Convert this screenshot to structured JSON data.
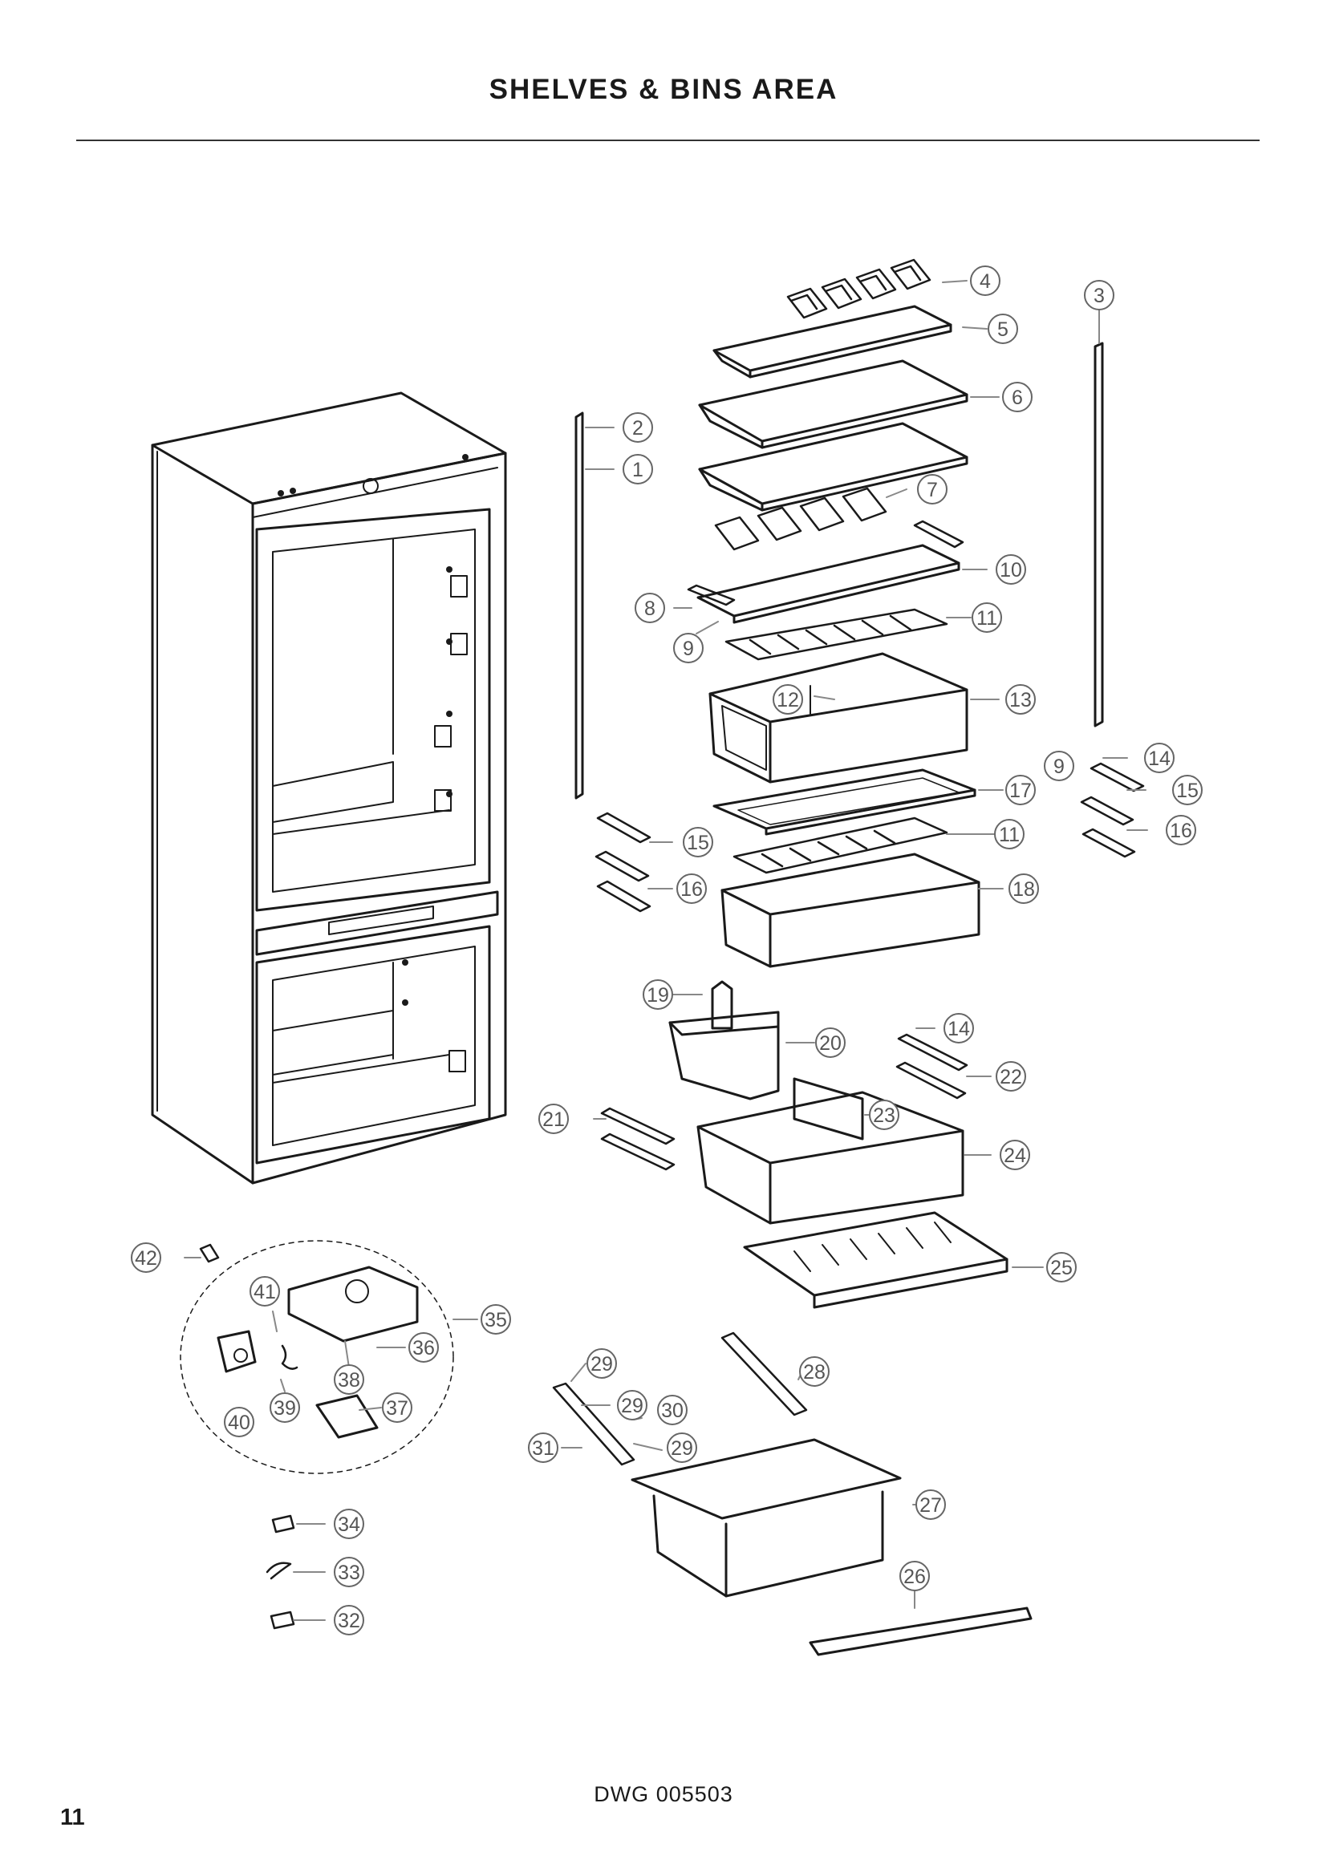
{
  "header": {
    "title": "SHELVES & BINS AREA"
  },
  "footer": {
    "drawing_number": "DWG 005503",
    "page_number": "11"
  },
  "callouts": [
    "1",
    "2",
    "3",
    "4",
    "5",
    "6",
    "7",
    "8",
    "9",
    "10",
    "11",
    "12",
    "13",
    "14",
    "15",
    "16",
    "17",
    "18",
    "19",
    "20",
    "21",
    "22",
    "23",
    "24",
    "25",
    "26",
    "27",
    "28",
    "29",
    "30",
    "31",
    "32",
    "33",
    "34",
    "35",
    "36",
    "37",
    "38",
    "39",
    "40",
    "41",
    "42"
  ],
  "colors": {
    "line": "#1a1a1a",
    "callout": "#555555",
    "leader": "#888888"
  }
}
